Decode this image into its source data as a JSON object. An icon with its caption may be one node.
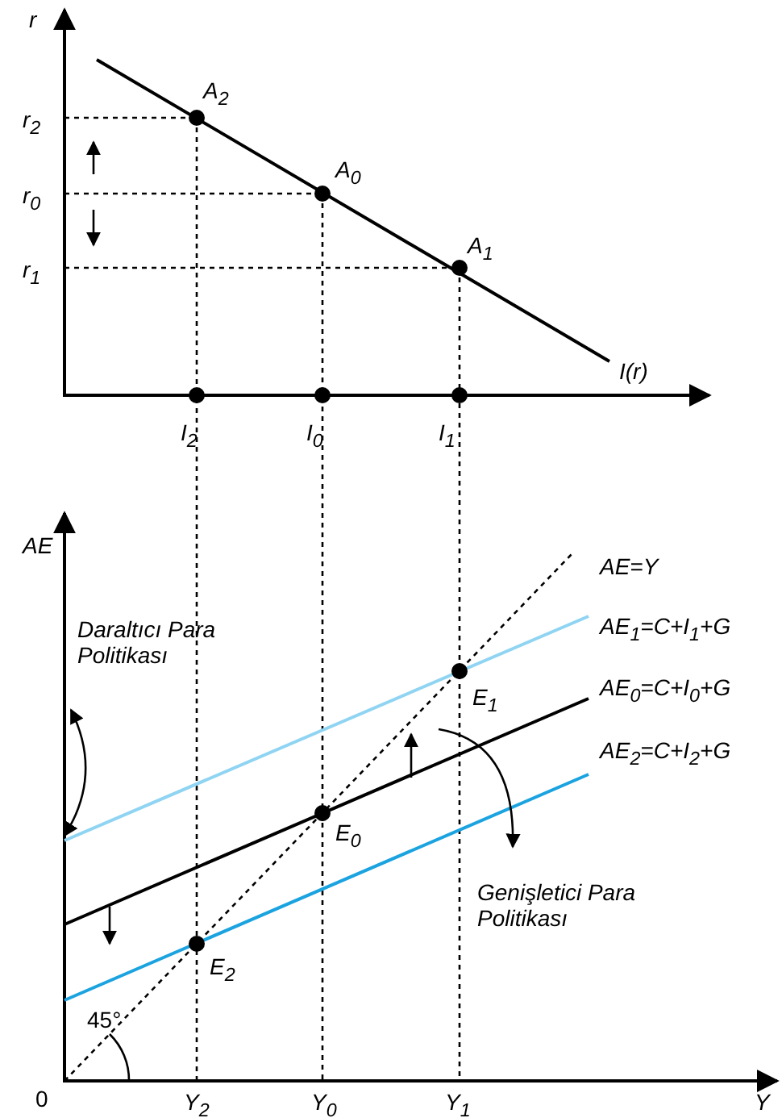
{
  "diagram": {
    "labels": [
      "r",
      "r$_{2}$",
      "A$_{2}$",
      "A$_{0}$",
      "r$_{0}$",
      "A$_{1}$",
      "r$_{1}$",
      "I(r)",
      "I$_{2}$",
      "I$_{0}$",
      "I$_{1}$",
      "AE",
      "AE=Y",
      "Daraltıcı Para Politikası",
      "AE$_{1}$=C+I$_{1}$+G",
      "E$_{1}$",
      "AE$_{0}$=C+I$_{0}$+G",
      "AE$_{2}$=C+I$_{2}$+G",
      "E$_{0}$",
      "Genişletici Para Politikası",
      "E$_{2}$",
      "45°",
      "0",
      "Y$_{2}$",
      "Y$_{0}$",
      "Y$_{1}$",
      "Y"
    ]
  }
}
